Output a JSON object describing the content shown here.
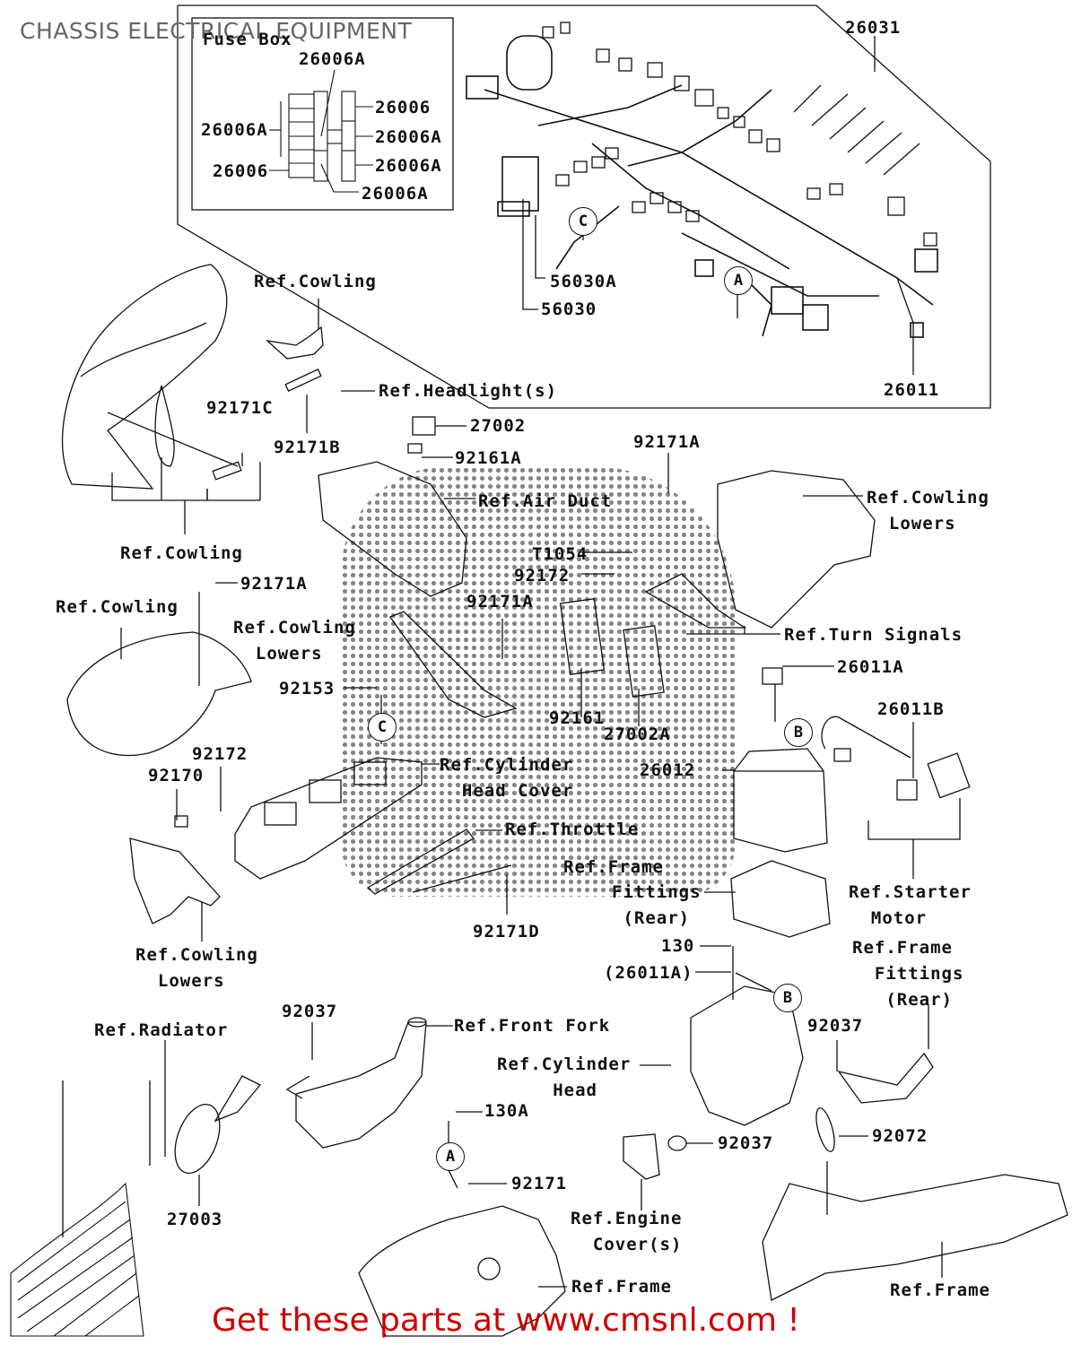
{
  "title": "CHASSIS ELECTRICAL EQUIPMENT",
  "promo": "Get these parts at www.cmsnl.com !",
  "colors": {
    "title": "#666666",
    "promo": "#cc0000",
    "line": "#111111"
  },
  "fuse_box": {
    "heading": "Fuse Box",
    "labels": [
      "26006A",
      "26006",
      "26006A",
      "26006A",
      "26006A",
      "26006",
      "26006A"
    ]
  },
  "harness": {
    "labels": [
      "26031",
      "56030A",
      "56030",
      "26011"
    ],
    "markers": [
      "C",
      "A"
    ]
  },
  "parts": [
    "Ref.Cowling",
    "Ref.Headlight(s)",
    "92171C",
    "92171B",
    "27002",
    "92161A",
    "Ref.Cowling",
    "92171A",
    "Ref.Air Duct",
    "Ref.Cowling\n  Lowers",
    "T1054",
    "92172",
    "92171A",
    "Ref.Cowling",
    "92171A",
    "Ref.Cowling\n  Lowers",
    "Ref.Turn Signals",
    "26011A",
    "92153",
    "92161",
    "27002A",
    "26011B",
    "Ref.Cylinder\n  Head Cover",
    "26012",
    "92172",
    "92170",
    "Ref.Throttle",
    "Ref.Frame",
    "Fittings\n (Rear)",
    "92171D",
    "Ref.Starter\n  Motor",
    "Ref.Cowling\n  Lowers",
    "130",
    "(26011A)",
    "Ref.Frame\n  Fittings\n   (Rear)",
    "92037",
    "Ref.Radiator",
    "Ref.Front Fork",
    "Ref.Cylinder\n     Head",
    "92037",
    "130A",
    "92037",
    "92072",
    "27003",
    "92171",
    "Ref.Engine\n  Cover(s)",
    "Ref.Frame",
    "Ref.Frame"
  ],
  "markers": [
    "B",
    "C",
    "B",
    "A"
  ]
}
